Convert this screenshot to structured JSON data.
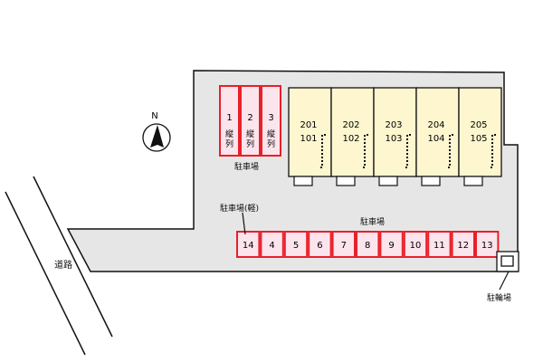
{
  "compass": {
    "label": "N"
  },
  "road": {
    "label": "道路"
  },
  "units": [
    {
      "upper": "201",
      "lower": "101"
    },
    {
      "upper": "202",
      "lower": "102"
    },
    {
      "upper": "203",
      "lower": "103"
    },
    {
      "upper": "204",
      "lower": "104"
    },
    {
      "upper": "205",
      "lower": "105"
    }
  ],
  "tandem_parking": [
    {
      "num": "1",
      "c1": "縦",
      "c2": "列"
    },
    {
      "num": "2",
      "c1": "縦",
      "c2": "列"
    },
    {
      "num": "3",
      "c1": "縦",
      "c2": "列"
    }
  ],
  "parking_label_top": "駐車場",
  "parking_label_light": "駐車場(軽)",
  "parking_label_main": "駐車場",
  "parking_row": [
    "14",
    "4",
    "5",
    "6",
    "7",
    "8",
    "9",
    "10",
    "11",
    "12",
    "13"
  ],
  "bicycle_parking_label": "駐輪場",
  "colors": {
    "lot_fill": "#e6e6e6",
    "building_fill": "#fdf6cf",
    "parking_fill": "#fbe4ec",
    "parking_stroke": "#e8202a"
  }
}
